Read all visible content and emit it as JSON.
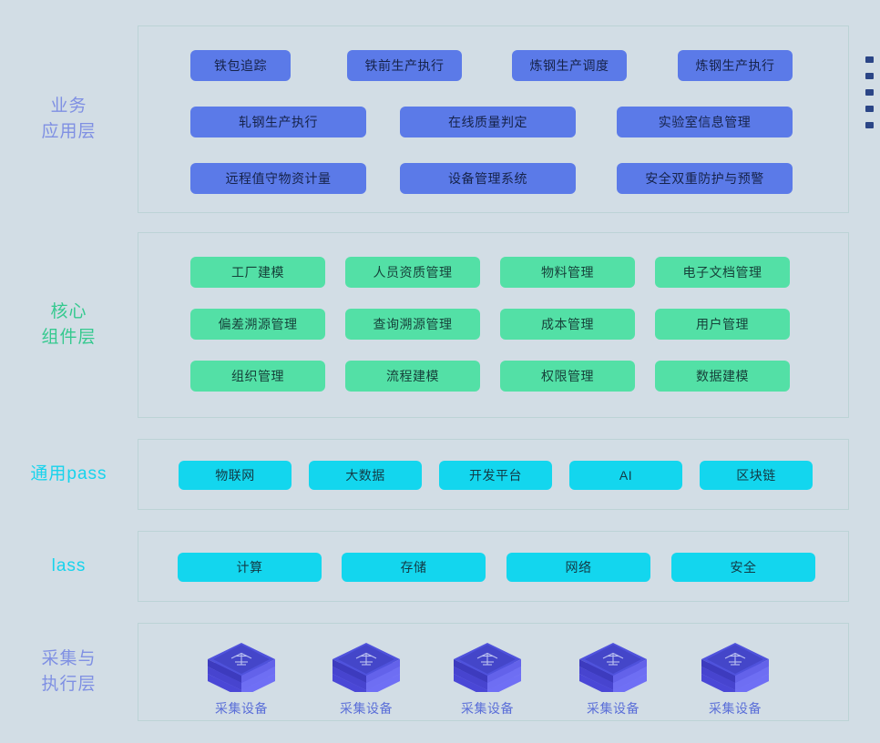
{
  "layers": [
    {
      "id": "business",
      "label": "业务\n应用层",
      "color": "#7f90e3",
      "rows": [
        [
          {
            "label": "铁包追踪"
          },
          {
            "label": "铁前生产执行"
          },
          {
            "label": "炼钢生产调度"
          },
          {
            "label": "炼钢生产执行"
          }
        ],
        [
          {
            "label": "轧钢生产执行"
          },
          {
            "label": "在线质量判定"
          },
          {
            "label": "实验室信息管理"
          }
        ],
        [
          {
            "label": "远程值守物资计量"
          },
          {
            "label": "设备管理系统"
          },
          {
            "label": "安全双重防护与预警"
          }
        ]
      ]
    },
    {
      "id": "core",
      "label": "核心\n组件层",
      "color": "#35c98f",
      "rows": [
        [
          {
            "label": "工厂建模"
          },
          {
            "label": "人员资质管理"
          },
          {
            "label": "物料管理"
          },
          {
            "label": "电子文档管理"
          }
        ],
        [
          {
            "label": "偏差溯源管理"
          },
          {
            "label": "查询溯源管理"
          },
          {
            "label": "成本管理"
          },
          {
            "label": "用户管理"
          }
        ],
        [
          {
            "label": "组织管理"
          },
          {
            "label": "流程建模"
          },
          {
            "label": "权限管理"
          },
          {
            "label": "数据建模"
          }
        ]
      ]
    },
    {
      "id": "pass",
      "label": "通用pass",
      "color": "#18d3ec",
      "rows": [
        [
          {
            "label": "物联网"
          },
          {
            "label": "大数据"
          },
          {
            "label": "开发平台"
          },
          {
            "label": "AI"
          },
          {
            "label": "区块链"
          }
        ]
      ]
    },
    {
      "id": "iass",
      "label": "lass",
      "color": "#18d3ec",
      "rows": [
        [
          {
            "label": "计算"
          },
          {
            "label": "存储"
          },
          {
            "label": "网络"
          },
          {
            "label": "安全"
          }
        ]
      ]
    },
    {
      "id": "collect",
      "label": "采集与\n执行层",
      "color": "#7f90e3",
      "devices": [
        {
          "caption": "采集设备",
          "glyph": "采"
        },
        {
          "caption": "采集设备",
          "glyph": "采"
        },
        {
          "caption": "采集设备",
          "glyph": "采"
        },
        {
          "caption": "采集设备",
          "glyph": "采"
        },
        {
          "caption": "采集设备",
          "glyph": "采"
        }
      ]
    }
  ],
  "side_markers": {
    "count": 5,
    "color": "#2b4586",
    "name": "bullet-marker"
  },
  "palette": {
    "background": "#d2dde5",
    "panel_border": "#bcd3d6",
    "chip_blue": "#5b7ae8",
    "chip_green": "#53e0a6",
    "chip_cyan": "#13d6ee",
    "device_blue": "#5b5ce8"
  }
}
